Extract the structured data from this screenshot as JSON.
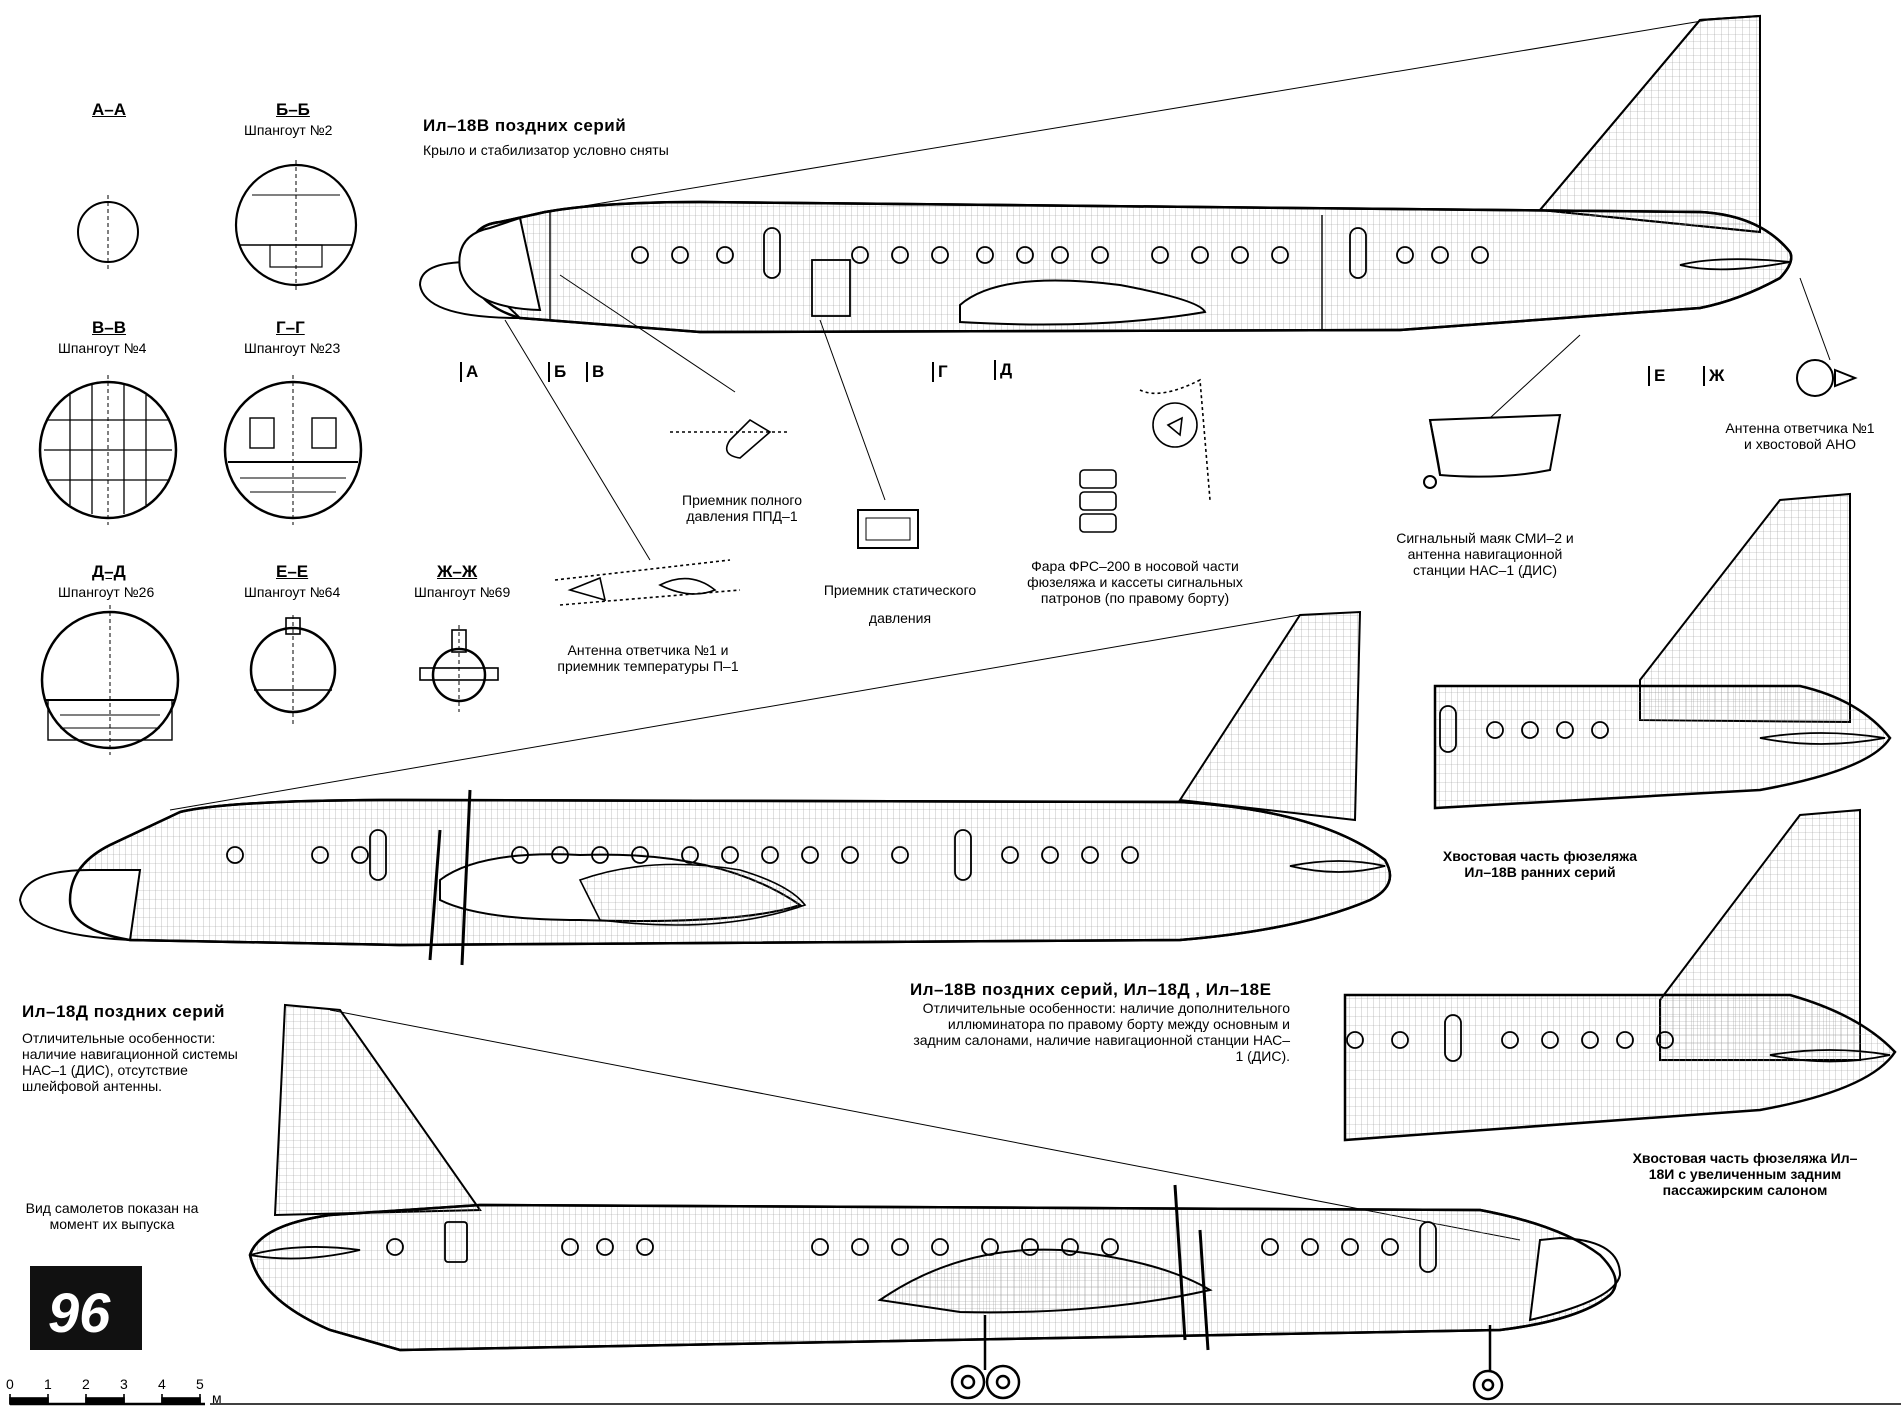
{
  "sections": [
    {
      "id": "A-A",
      "title": "А–А",
      "sub": ""
    },
    {
      "id": "B-B",
      "title": "Б–Б",
      "sub": "Шпангоут №2"
    },
    {
      "id": "V-V",
      "title": "В–В",
      "sub": "Шпангоут №4"
    },
    {
      "id": "G-G",
      "title": "Г–Г",
      "sub": "Шпангоут №23"
    },
    {
      "id": "D-D",
      "title": "Д–Д",
      "sub": "Шпангоут №26"
    },
    {
      "id": "E-E",
      "title": "Е–Е",
      "sub": "Шпангоут №64"
    },
    {
      "id": "Zh-Zh",
      "title": "Ж–Ж",
      "sub": "Шпангоут №69"
    }
  ],
  "top_view": {
    "title": "Ил–18В поздних серий",
    "note": "Крыло и стабилизатор условно сняты",
    "cut_marks": [
      "А",
      "Б",
      "В",
      "Г",
      "Д",
      "Е",
      "Ж"
    ]
  },
  "callouts": {
    "ppd": "Приемник полного давления ППД–1",
    "static": "Приемник статического давления",
    "antenna_temp": "Антенна ответчика №1 и приемник температуры П–1",
    "fara": "Фара ФРС–200 в носовой части фюзеляжа и кассеты сигнальных патронов (по правому борту)",
    "smi": "Сигнальный маяк СМИ–2 и антенна навигационной станции НАС–1 (ДИС)",
    "tail_antenna": "Антенна ответчика №1 и хвостовой АНО"
  },
  "tail_early": "Хвостовая часть фюзеляжа Ил–18В ранних серий",
  "middle_view": {
    "title": "Ил–18В поздних серий, Ил–18Д , Ил–18Е",
    "note": "Отличительные особенности: наличие дополнительного иллюминатора по правому борту между основным и задним салонами, наличие навигационной станции НАС–1 (ДИС)."
  },
  "tail_i": "Хвостовая часть фюзеляжа Ил–18И с увеличенным задним пассажирским салоном",
  "bottom_view": {
    "title": "Ил–18Д поздних серий",
    "note": "Отличительные особенности: наличие навигационной системы НАС–1 (ДИС), отсутствие шлейфовой антенны."
  },
  "release_note": "Вид самолетов показан на момент их выпуска",
  "logo_text": "96",
  "scale": {
    "ticks": [
      "0",
      "1",
      "2",
      "3",
      "4",
      "5"
    ],
    "unit": "м"
  }
}
